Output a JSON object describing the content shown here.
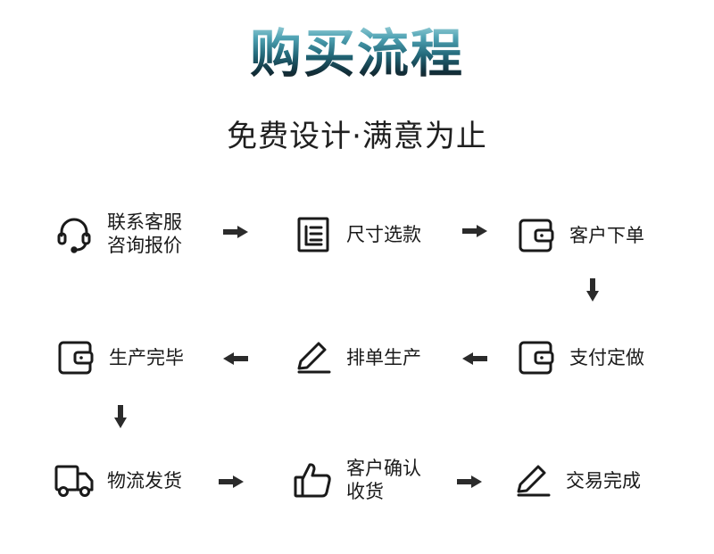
{
  "header": {
    "title": "购买流程",
    "subtitle": "免费设计·满意为止"
  },
  "steps": [
    {
      "id": "contact",
      "icon": "headset-icon",
      "lines": [
        "联系客服",
        "咨询报价"
      ]
    },
    {
      "id": "select",
      "icon": "document-list-icon",
      "lines": [
        "尺寸选款"
      ]
    },
    {
      "id": "order",
      "icon": "wallet-icon",
      "lines": [
        "客户下单"
      ]
    },
    {
      "id": "pay",
      "icon": "wallet-icon",
      "lines": [
        "支付定做"
      ]
    },
    {
      "id": "schedule",
      "icon": "pencil-icon",
      "lines": [
        "排单生产"
      ]
    },
    {
      "id": "done",
      "icon": "wallet-icon",
      "lines": [
        "生产完毕"
      ]
    },
    {
      "id": "ship",
      "icon": "truck-icon",
      "lines": [
        "物流发货"
      ]
    },
    {
      "id": "confirm",
      "icon": "thumbs-up-icon",
      "lines": [
        "客户确认",
        "收货"
      ]
    },
    {
      "id": "complete",
      "icon": "pencil-icon",
      "lines": [
        "交易完成"
      ]
    }
  ],
  "connectors": [
    {
      "from": "contact",
      "to": "select",
      "direction": "right"
    },
    {
      "from": "select",
      "to": "order",
      "direction": "right"
    },
    {
      "from": "order",
      "to": "pay",
      "direction": "down"
    },
    {
      "from": "pay",
      "to": "schedule",
      "direction": "left"
    },
    {
      "from": "schedule",
      "to": "done",
      "direction": "left"
    },
    {
      "from": "done",
      "to": "ship",
      "direction": "down"
    },
    {
      "from": "ship",
      "to": "confirm",
      "direction": "right"
    },
    {
      "from": "confirm",
      "to": "complete",
      "direction": "right"
    }
  ],
  "colors": {
    "ink": "#1a1a1a",
    "arrow": "#2b2b2b",
    "title_dark": "#112f3a",
    "title_light": "#4fa2b3"
  }
}
